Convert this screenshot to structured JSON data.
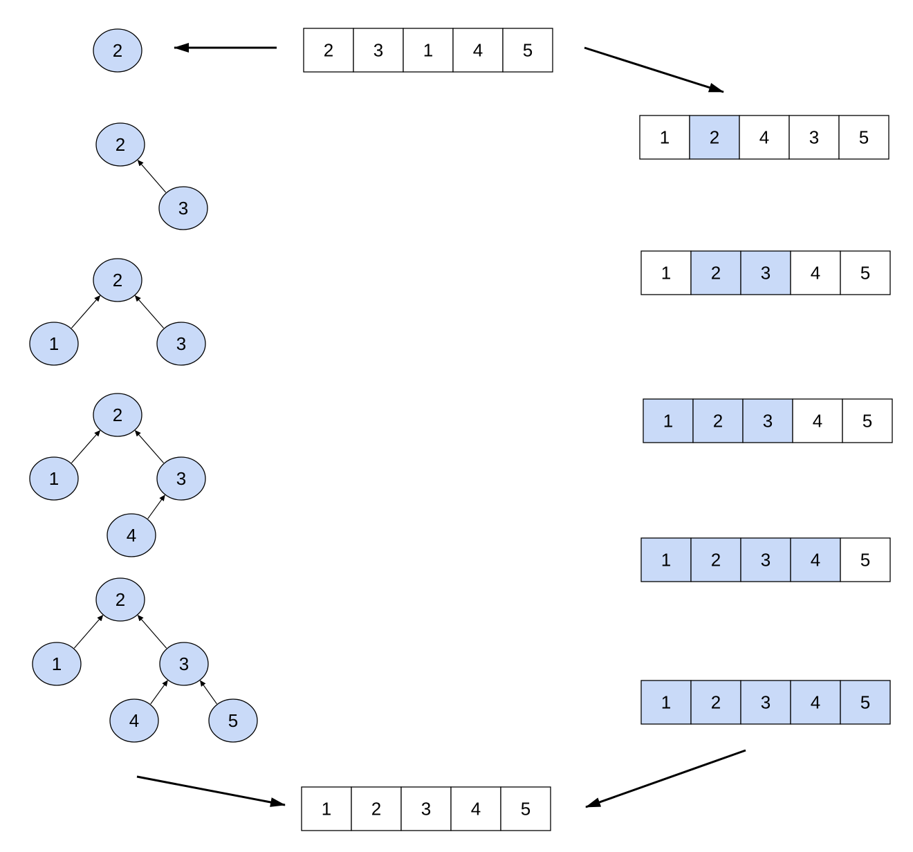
{
  "colors": {
    "node_fill": "#c9daf8",
    "highlight_fill": "#c9daf8",
    "plain_fill": "#ffffff",
    "stroke": "#000000"
  },
  "input_array": {
    "values": [
      "2",
      "3",
      "1",
      "4",
      "5"
    ]
  },
  "output_array": {
    "values": [
      "1",
      "2",
      "3",
      "4",
      "5"
    ]
  },
  "single_node": {
    "label": "2"
  },
  "trees": [
    {
      "nodes": [
        "2",
        "3"
      ]
    },
    {
      "nodes": [
        "2",
        "1",
        "3"
      ]
    },
    {
      "nodes": [
        "2",
        "1",
        "3",
        "4"
      ]
    },
    {
      "nodes": [
        "2",
        "1",
        "3",
        "4",
        "5"
      ]
    }
  ],
  "steps": [
    {
      "values": [
        "1",
        "2",
        "4",
        "3",
        "5"
      ],
      "highlighted": [
        false,
        true,
        false,
        false,
        false
      ]
    },
    {
      "values": [
        "1",
        "2",
        "3",
        "4",
        "5"
      ],
      "highlighted": [
        false,
        true,
        true,
        false,
        false
      ]
    },
    {
      "values": [
        "1",
        "2",
        "3",
        "4",
        "5"
      ],
      "highlighted": [
        true,
        true,
        true,
        false,
        false
      ]
    },
    {
      "values": [
        "1",
        "2",
        "3",
        "4",
        "5"
      ],
      "highlighted": [
        true,
        true,
        true,
        true,
        false
      ]
    },
    {
      "values": [
        "1",
        "2",
        "3",
        "4",
        "5"
      ],
      "highlighted": [
        true,
        true,
        true,
        true,
        true
      ]
    }
  ]
}
